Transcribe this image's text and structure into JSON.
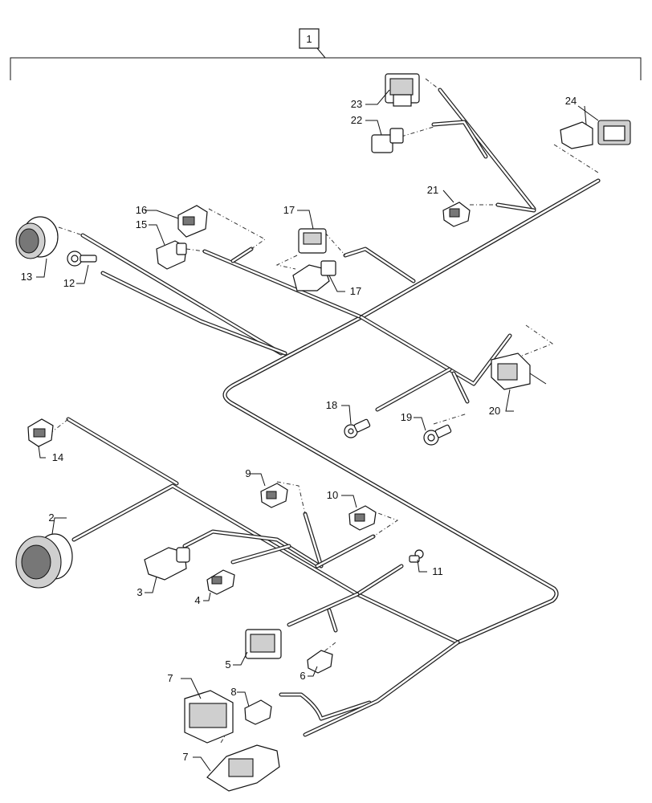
{
  "assembly": {
    "label": "1"
  },
  "callouts": [
    {
      "id": "c2",
      "text": "2"
    },
    {
      "id": "c3",
      "text": "3"
    },
    {
      "id": "c4",
      "text": "4"
    },
    {
      "id": "c5",
      "text": "5"
    },
    {
      "id": "c6",
      "text": "6"
    },
    {
      "id": "c7a",
      "text": "7"
    },
    {
      "id": "c7b",
      "text": "7"
    },
    {
      "id": "c8",
      "text": "8"
    },
    {
      "id": "c9",
      "text": "9"
    },
    {
      "id": "c10",
      "text": "10"
    },
    {
      "id": "c11",
      "text": "11"
    },
    {
      "id": "c12",
      "text": "12"
    },
    {
      "id": "c13",
      "text": "13"
    },
    {
      "id": "c14",
      "text": "14"
    },
    {
      "id": "c15",
      "text": "15"
    },
    {
      "id": "c16",
      "text": "16"
    },
    {
      "id": "c17a",
      "text": "17"
    },
    {
      "id": "c17b",
      "text": "17"
    },
    {
      "id": "c18",
      "text": "18"
    },
    {
      "id": "c19",
      "text": "19"
    },
    {
      "id": "c20",
      "text": "20"
    },
    {
      "id": "c21",
      "text": "21"
    },
    {
      "id": "c22",
      "text": "22"
    },
    {
      "id": "c23",
      "text": "23"
    },
    {
      "id": "c24",
      "text": "24"
    }
  ]
}
